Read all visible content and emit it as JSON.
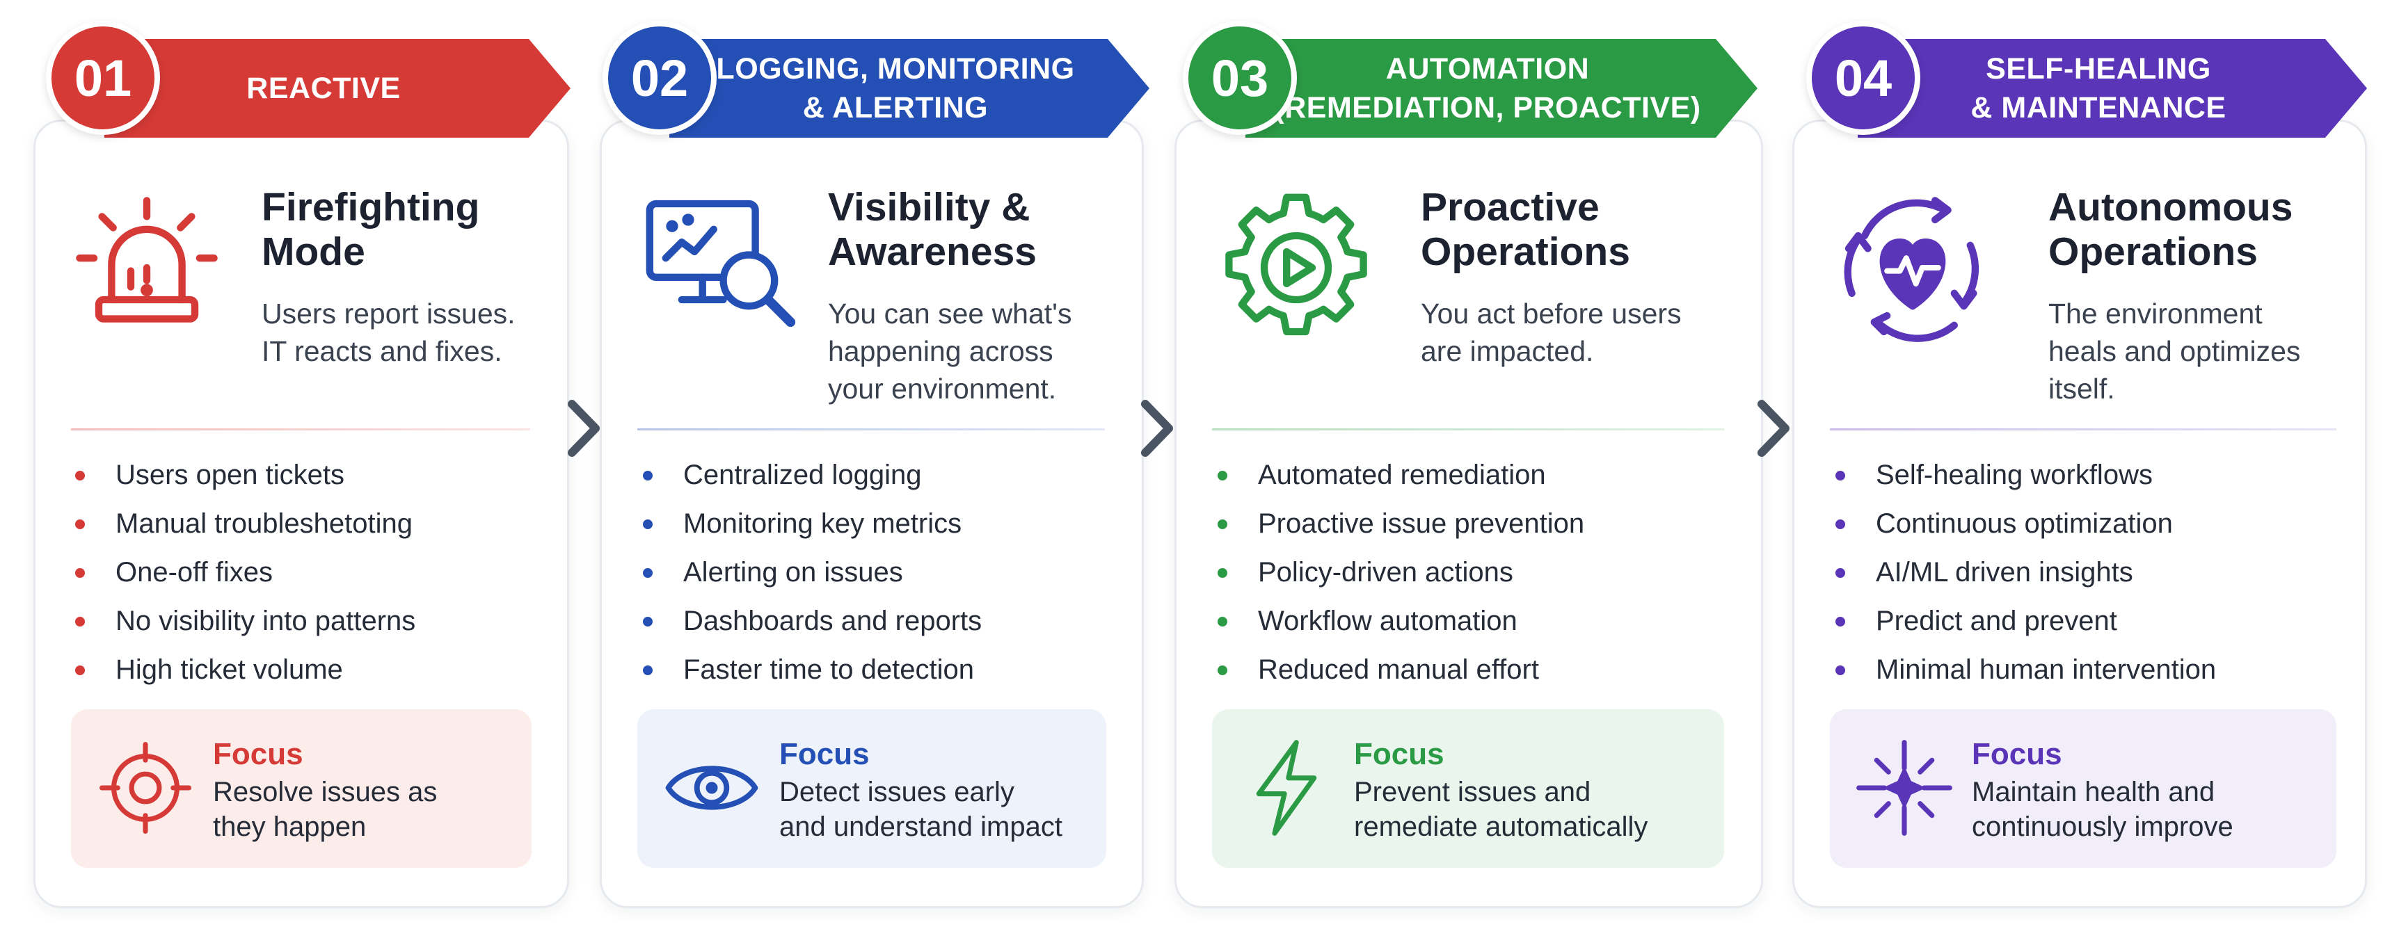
{
  "stages": [
    {
      "number": "01",
      "banner": [
        "REACTIVE"
      ],
      "title": [
        "Firefighting",
        "Mode"
      ],
      "description": [
        "Users report issues.",
        "IT reacts and fixes."
      ],
      "icon": "alarm-siren-icon",
      "bullets": [
        "Users open tickets",
        "Manual troubleshetoting",
        "One-off fixes",
        "No visibility into patterns",
        "High ticket volume"
      ],
      "focus_label": "Focus",
      "focus_text": [
        "Resolve issues as",
        "they happen"
      ],
      "focus_icon": "target-icon",
      "color": "#d63a37",
      "tint": "#fcecea"
    },
    {
      "number": "02",
      "banner": [
        "LOGGING, MONITORING",
        "& ALERTING"
      ],
      "title": [
        "Visibility &",
        "Awareness"
      ],
      "description": [
        "You can see what's",
        "happening across",
        "your environment."
      ],
      "icon": "monitor-magnifier-icon",
      "bullets": [
        "Centralized logging",
        "Monitoring key metrics",
        "Alerting on issues",
        "Dashboards and reports",
        "Faster time to detection"
      ],
      "focus_label": "Focus",
      "focus_text": [
        "Detect issues early",
        "and understand impact"
      ],
      "focus_icon": "eye-icon",
      "color": "#2450b5",
      "tint": "#eef2fb"
    },
    {
      "number": "03",
      "banner": [
        "AUTOMATION",
        "(REMEDIATION, PROACTIVE)"
      ],
      "title": [
        "Proactive",
        "Operations"
      ],
      "description": [
        "You act before users",
        "are impacted."
      ],
      "icon": "gear-play-icon",
      "bullets": [
        "Automated remediation",
        "Proactive issue prevention",
        "Policy-driven actions",
        "Workflow automation",
        "Reduced manual effort"
      ],
      "focus_label": "Focus",
      "focus_text": [
        "Prevent issues and",
        "remediate automatically"
      ],
      "focus_icon": "lightning-icon",
      "color": "#2b9a45",
      "tint": "#eaf6ed"
    },
    {
      "number": "04",
      "banner": [
        "SELF-HEALING",
        "& MAINTENANCE"
      ],
      "title": [
        "Autonomous",
        "Operations"
      ],
      "description": [
        "The environment",
        "heals and optimizes",
        "itself."
      ],
      "icon": "heart-cycle-icon",
      "bullets": [
        "Self-healing workflows",
        "Continuous optimization",
        "AI/ML driven insights",
        "Predict and prevent",
        "Minimal human intervention"
      ],
      "focus_label": "Focus",
      "focus_text": [
        "Maintain health and",
        "continuously improve"
      ],
      "focus_icon": "sparkle-burst-icon",
      "color": "#5a35b8",
      "tint": "#f1eefa"
    }
  ],
  "connector_icon": "chevron-right-icon",
  "connector_color": "#4a5563"
}
